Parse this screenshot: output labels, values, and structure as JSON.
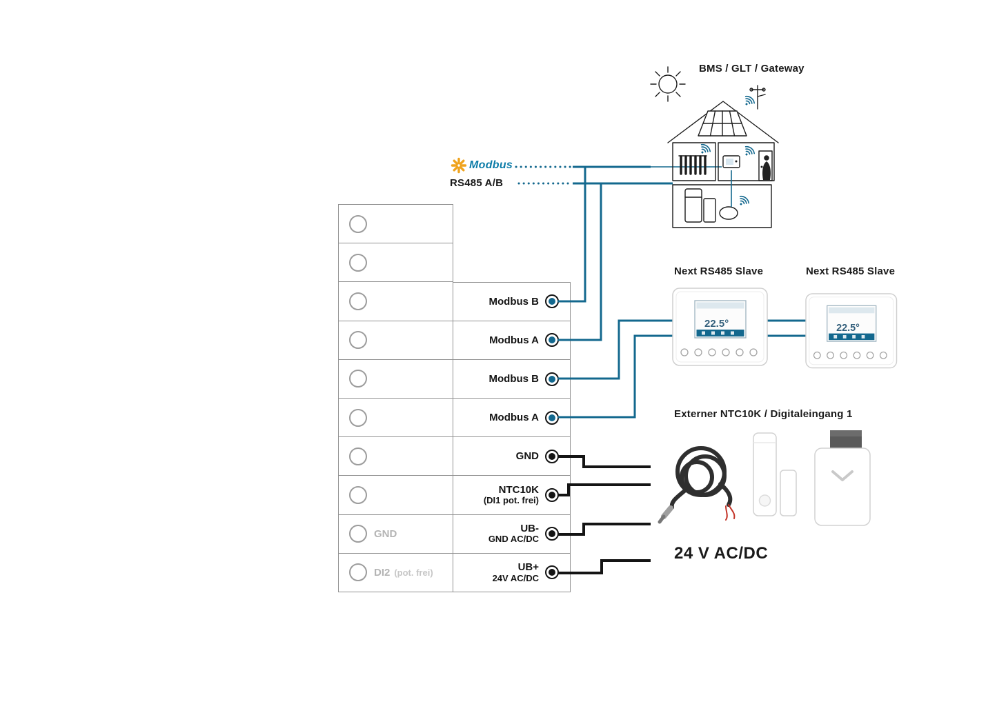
{
  "colors": {
    "modbus_blue": "#13688e",
    "wire_black": "#141414",
    "logo_yellow": "#efa31d",
    "logo_text": "#0c7ca8",
    "muted_gray": "#b4b4b4",
    "border_gray": "#909090"
  },
  "labels": {
    "bms_gateway": "BMS / GLT / Gateway",
    "modbus_logo": "Modbus",
    "rs485": "RS485 A/B",
    "slave_left": "Next RS485 Slave",
    "slave_right": "Next RS485 Slave",
    "external_input": "Externer NTC10K / Digitaleingang 1",
    "power": "24 V AC/DC"
  },
  "terminals": {
    "left": [
      {
        "label": "",
        "sub": ""
      },
      {
        "label": "",
        "sub": ""
      },
      {
        "label": "",
        "sub": ""
      },
      {
        "label": "",
        "sub": ""
      },
      {
        "label": "",
        "sub": ""
      },
      {
        "label": "",
        "sub": ""
      },
      {
        "label": "",
        "sub": ""
      },
      {
        "label": "",
        "sub": ""
      },
      {
        "label": "GND",
        "sub": ""
      },
      {
        "label": "DI2",
        "sub": "(pot. frei)"
      }
    ],
    "right": [
      {
        "label": "Modbus B",
        "sub": "",
        "dot": "blue"
      },
      {
        "label": "Modbus A",
        "sub": "",
        "dot": "blue"
      },
      {
        "label": "Modbus B",
        "sub": "",
        "dot": "blue"
      },
      {
        "label": "Modbus A",
        "sub": "",
        "dot": "blue"
      },
      {
        "label": "GND",
        "sub": "",
        "dot": "black"
      },
      {
        "label": "NTC10K",
        "sub": "(DI1 pot. frei)",
        "dot": "black"
      },
      {
        "label": "UB-",
        "sub": "GND AC/DC",
        "dot": "black"
      },
      {
        "label": "UB+",
        "sub": "24V AC/DC",
        "dot": "black"
      }
    ]
  },
  "slaves": [
    {
      "temp": "22.5°"
    },
    {
      "temp": "22.5°"
    }
  ]
}
